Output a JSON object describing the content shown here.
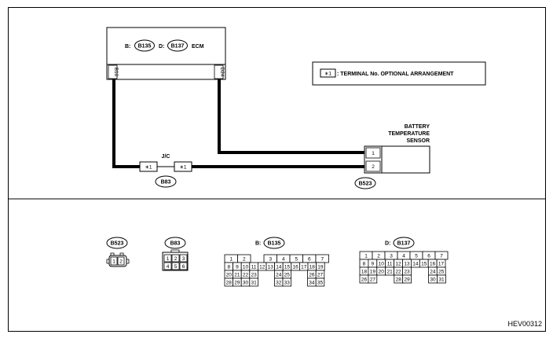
{
  "ecm": {
    "label_b": "B:",
    "connector_b": "B135",
    "label_d": "D:",
    "connector_d": "B137",
    "name": "ECM",
    "pin_left": "B10",
    "pin_right": "D24"
  },
  "legend": {
    "symbol": "∗1",
    "text": ": TERMINAL No. OPTIONAL ARRANGEMENT"
  },
  "sensor": {
    "name_line1": "BATTERY",
    "name_line2": "TEMPERATURE",
    "name_line3": "SENSOR",
    "pin_top": "1",
    "pin_bottom": "2",
    "connector": "B523"
  },
  "jc": {
    "label": "J/C",
    "pin_left": "∗1",
    "pin_right": "∗1",
    "connector": "B83"
  },
  "connectors": {
    "b523": {
      "id": "B523",
      "pins": [
        "1",
        "2"
      ]
    },
    "b83": {
      "id": "B83",
      "pins": [
        "1",
        "2",
        "3",
        "4",
        "5",
        "6"
      ]
    },
    "b135": {
      "prefix": "B:",
      "id": "B135",
      "row1": [
        "1",
        "2",
        "",
        "3",
        "4",
        "5",
        "6",
        "7"
      ],
      "row2": [
        "8",
        "9",
        "10",
        "11",
        "12",
        "13",
        "14",
        "15",
        "16",
        "17",
        "18",
        "19"
      ],
      "row3": [
        "20",
        "21",
        "22",
        "23",
        "",
        "24",
        "25",
        "",
        "26",
        "27"
      ],
      "row4": [
        "28",
        "29",
        "30",
        "31",
        "",
        "32",
        "33",
        "",
        "34",
        "35"
      ]
    },
    "b137": {
      "prefix": "D:",
      "id": "B137",
      "row1": [
        "1",
        "2",
        "3",
        "4",
        "5",
        "6",
        "7"
      ],
      "row2": [
        "8",
        "9",
        "10",
        "11",
        "12",
        "13",
        "14",
        "15",
        "16",
        "17"
      ],
      "row3": [
        "18",
        "19",
        "20",
        "21",
        "22",
        "23",
        "",
        "24",
        "25"
      ],
      "row4": [
        "26",
        "27",
        "",
        "28",
        "29",
        "",
        "30",
        "31"
      ]
    }
  },
  "figure_code": "HEV00312"
}
